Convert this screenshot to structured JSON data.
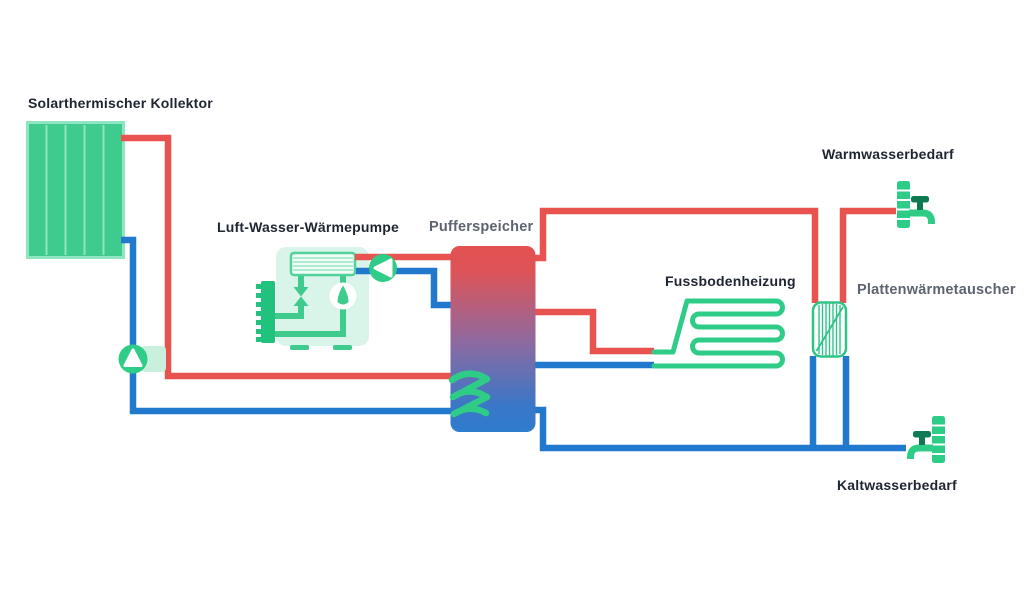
{
  "diagram": {
    "labels": {
      "solar_collector": "Solarthermischer Kollektor",
      "heat_pump": "Luft-Wasser-Wärmepumpe",
      "buffer_tank": "Pufferspeicher",
      "floor_heating": "Fussbodenheizung",
      "hot_water_demand": "Warmwasserbedarf",
      "plate_heat_exchanger": "Plattenwärmetauscher",
      "cold_water_demand": "Kaltwasserbedarf"
    },
    "legend_semantics": {
      "red_lines": "hot water / supply pipes",
      "blue_lines": "cold water / return pipes",
      "green_elements": "system components (collector, heat pump, pumps, coil, heat exchanger, taps)"
    },
    "icons": [
      "solar-collector-icon",
      "circulation-pump-icon",
      "heat-pump-unit-icon",
      "buffer-tank-icon",
      "heating-coil-icon",
      "floor-heating-loop-icon",
      "plate-heat-exchanger-icon",
      "hot-water-tap-icon",
      "cold-water-tap-icon"
    ],
    "colors": {
      "hot_pipe": "#e8534f",
      "cold_pipe": "#2079cc",
      "component_green": "#2ecc87",
      "component_green_medium": "#3ecb8d",
      "component_green_light": "#d9f4e8",
      "component_green_pale": "#c8f0dd",
      "component_green_stripe": "#aeebd0",
      "component_green_outline": "#8fe5c0",
      "component_green_dark": "#0d7a52",
      "label_dark": "#1e2531",
      "label_gray": "#5d646f",
      "tank_gradient_top": "#e35150",
      "tank_gradient_mid": "#91699d",
      "tank_gradient_bottom": "#2f7cce",
      "bg": "#ffffff"
    }
  }
}
